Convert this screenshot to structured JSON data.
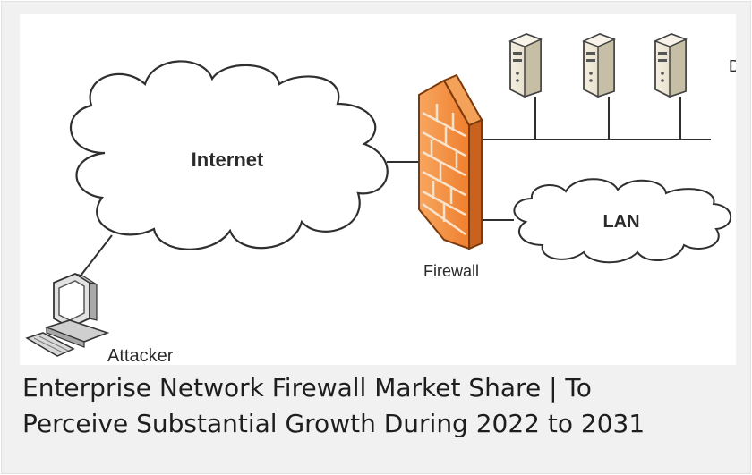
{
  "diagram": {
    "nodes": {
      "internet": "Internet",
      "firewall": "Firewall",
      "lan": "LAN",
      "attacker": "Attacker",
      "dmz_cut": "D"
    }
  },
  "caption": {
    "line1": "Enterprise Network Firewall Market Share | To",
    "line2": "Perceive Substantial Growth During 2022 to 2031"
  },
  "colors": {
    "firewall_fill": "#f08a3c",
    "firewall_dark": "#c95f1c",
    "server_fill": "#ece6d4",
    "background": "#f1f1f1"
  }
}
